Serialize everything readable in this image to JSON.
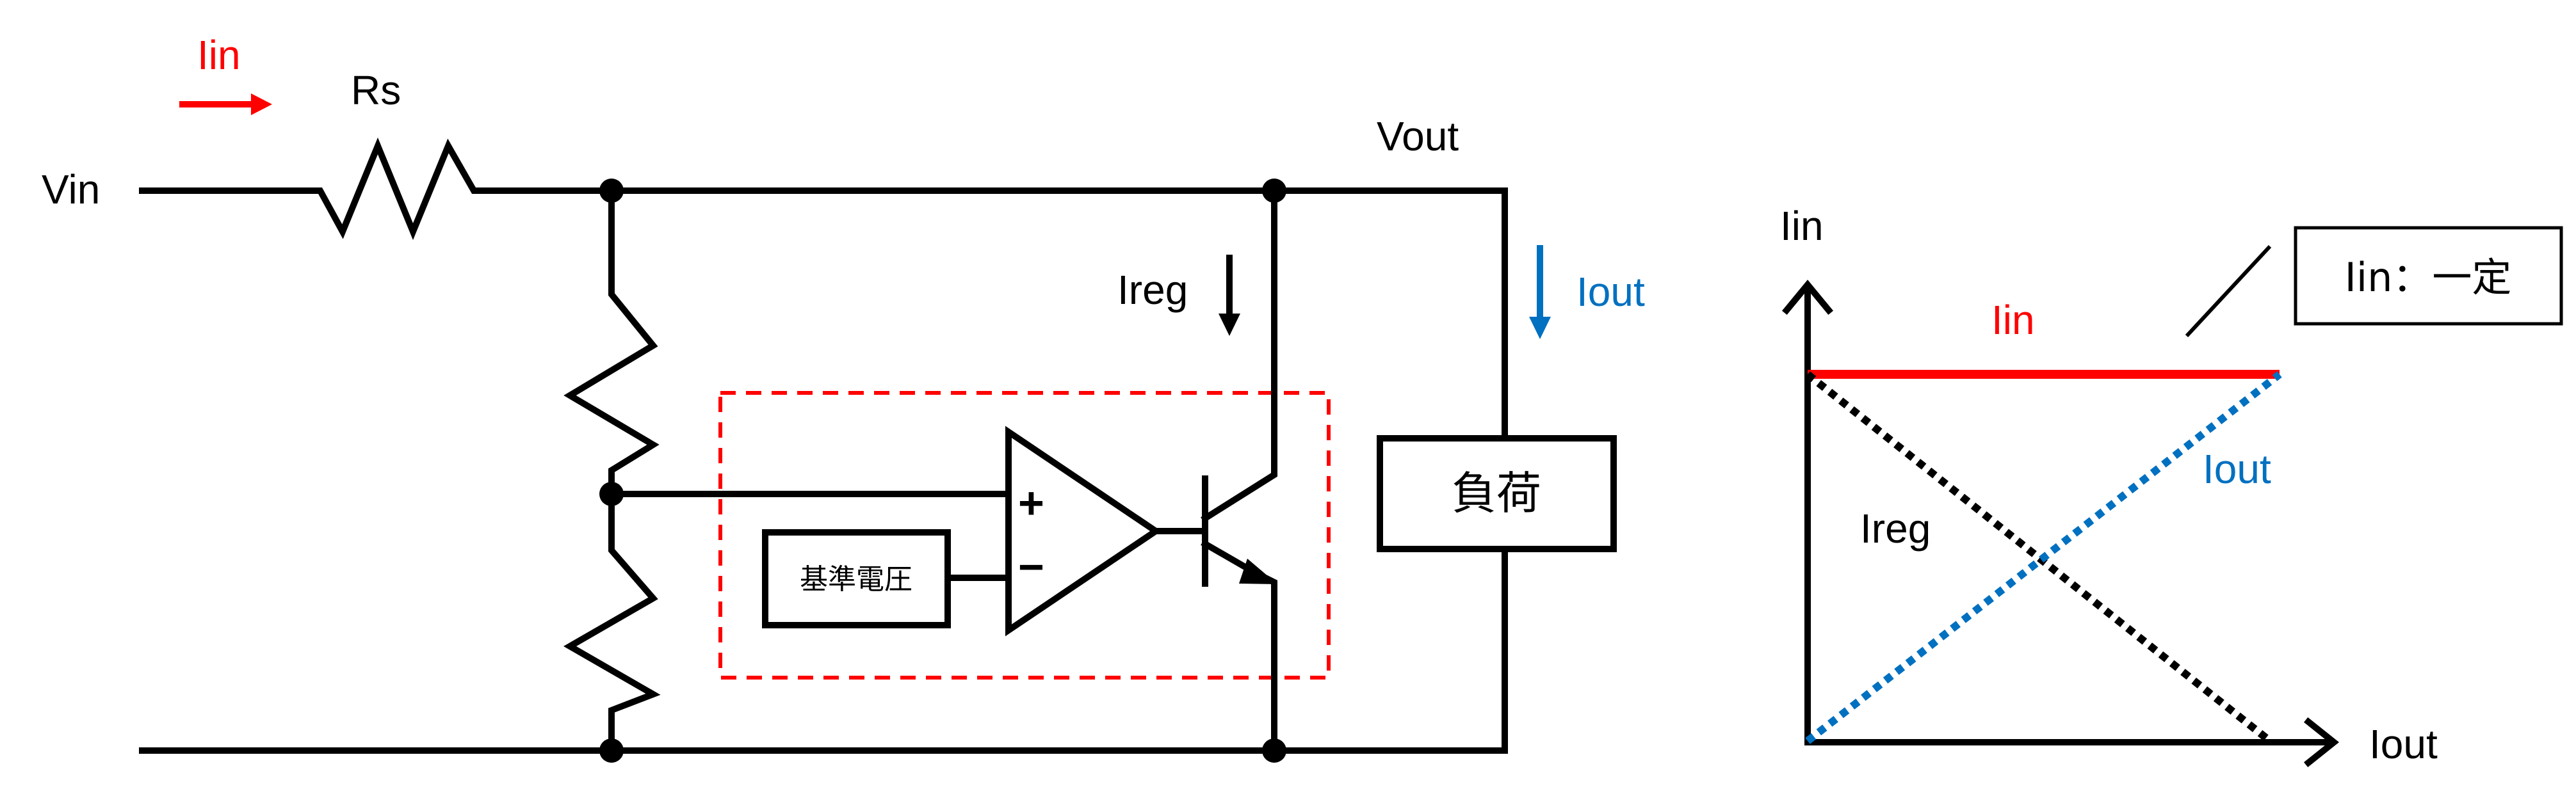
{
  "circuit": {
    "vin_label": "Vin",
    "iin_label": "Iin",
    "rs_label": "Rs",
    "vout_label": "Vout",
    "ireg_label": "Ireg",
    "iout_label": "Iout",
    "plus_sign": "+",
    "minus_sign": "−",
    "reference_voltage_label": "基準電圧",
    "load_label": "負荷"
  },
  "graph": {
    "y_axis_label": "Iin",
    "x_axis_label": "Iout",
    "iin_line_label": "Iin",
    "ireg_line_label": "Ireg",
    "iout_line_label": "Iout",
    "callout_text": "Iin：一定"
  },
  "colors": {
    "iin": "#ff0000",
    "iout": "#0070c0",
    "wire": "#000000",
    "ic_boundary": "#ff0000"
  }
}
